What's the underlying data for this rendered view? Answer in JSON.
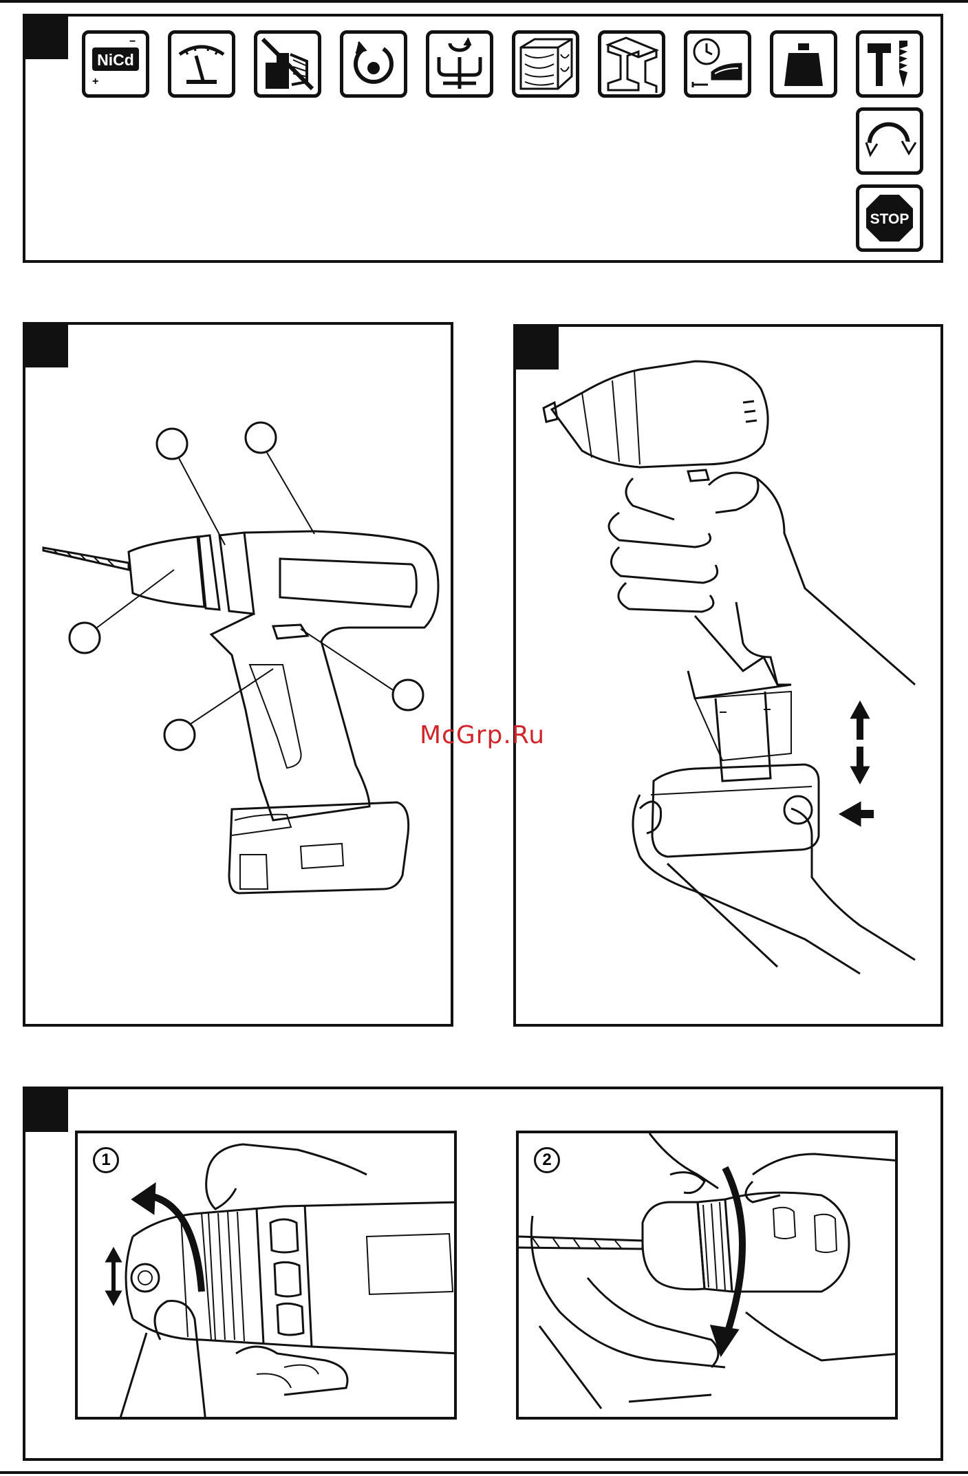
{
  "watermark": "McGrp.Ru",
  "icons": [
    {
      "name": "nicd-battery-icon",
      "label": "NiCd"
    },
    {
      "name": "speed-gauge-icon"
    },
    {
      "name": "no-household-waste-icon"
    },
    {
      "name": "rotation-icon"
    },
    {
      "name": "chuck-icon"
    },
    {
      "name": "wood-icon"
    },
    {
      "name": "steel-beam-icon"
    },
    {
      "name": "charge-time-icon"
    },
    {
      "name": "weight-icon"
    },
    {
      "name": "hammer-drill-icon"
    },
    {
      "name": "reverse-rotation-icon"
    },
    {
      "name": "stop-icon",
      "label": "STOP"
    }
  ],
  "steps": {
    "step1": "1",
    "step2": "2"
  }
}
